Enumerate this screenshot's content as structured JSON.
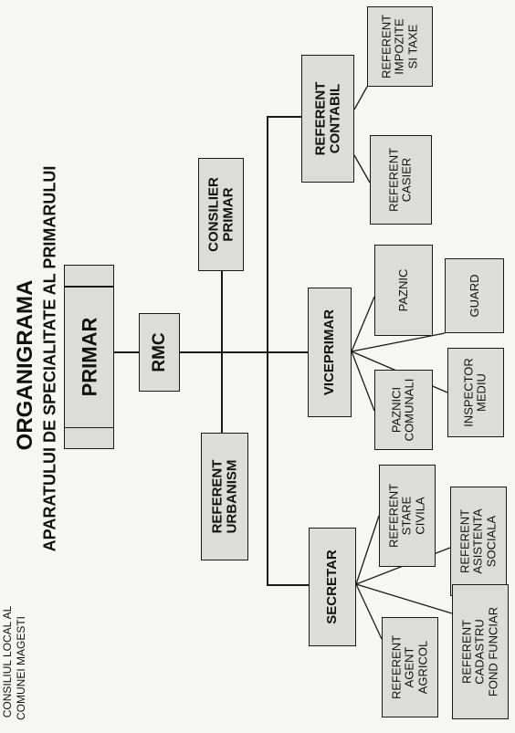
{
  "header": {
    "council_line1": "CONSILIUL LOCAL AL",
    "council_line2": "COMUNEI MAGESTI",
    "title": "ORGANIGRAMA",
    "subtitle": "APARATULUI DE SPECIALITATE AL PRIMARULUI"
  },
  "boxes": {
    "primar": "PRIMAR",
    "rmc": "RMC",
    "consilier": "CONSILIER\nPRIMAR",
    "urbanism": "REFERENT\nURBANISM",
    "contabil": "REFERENT\nCONTABIL",
    "viceprimar": "VICEPRIMAR",
    "secretar": "SECRETAR",
    "impozite": "REFERENT\nIMPOZITE\nSI TAXE",
    "casier": "REFERENT\nCASIER",
    "paznic": "PAZNIC",
    "guard": "GUARD",
    "paznici": "PAZNICI\nCOMUNALI",
    "inspector": "INSPECTOR\nMEDIU",
    "stare_civila": "REFERENT\nSTARE\nCIVILA",
    "asistenta": "REFERENT\nASISTENTA\nSOCIALA",
    "agent_agricol": "REFERENT\nAGENT\nAGRICOL",
    "cadastru": "REFERENT\nCADASTRU\nFOND FUNCIAR"
  }
}
